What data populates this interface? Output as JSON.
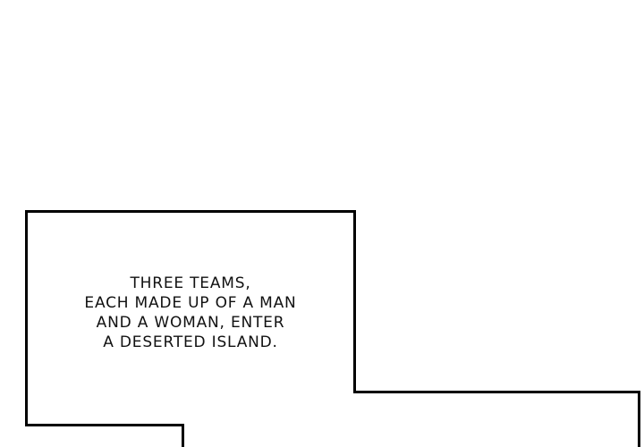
{
  "page": {
    "background_color": "#ffffff"
  },
  "panel": {
    "type": "comic-panel",
    "border_color": "#000000",
    "caption_lines": [
      "THREE TEAMS,",
      "EACH MADE UP OF A MAN",
      "AND A WOMAN, ENTER",
      "A DESERTED ISLAND."
    ]
  }
}
